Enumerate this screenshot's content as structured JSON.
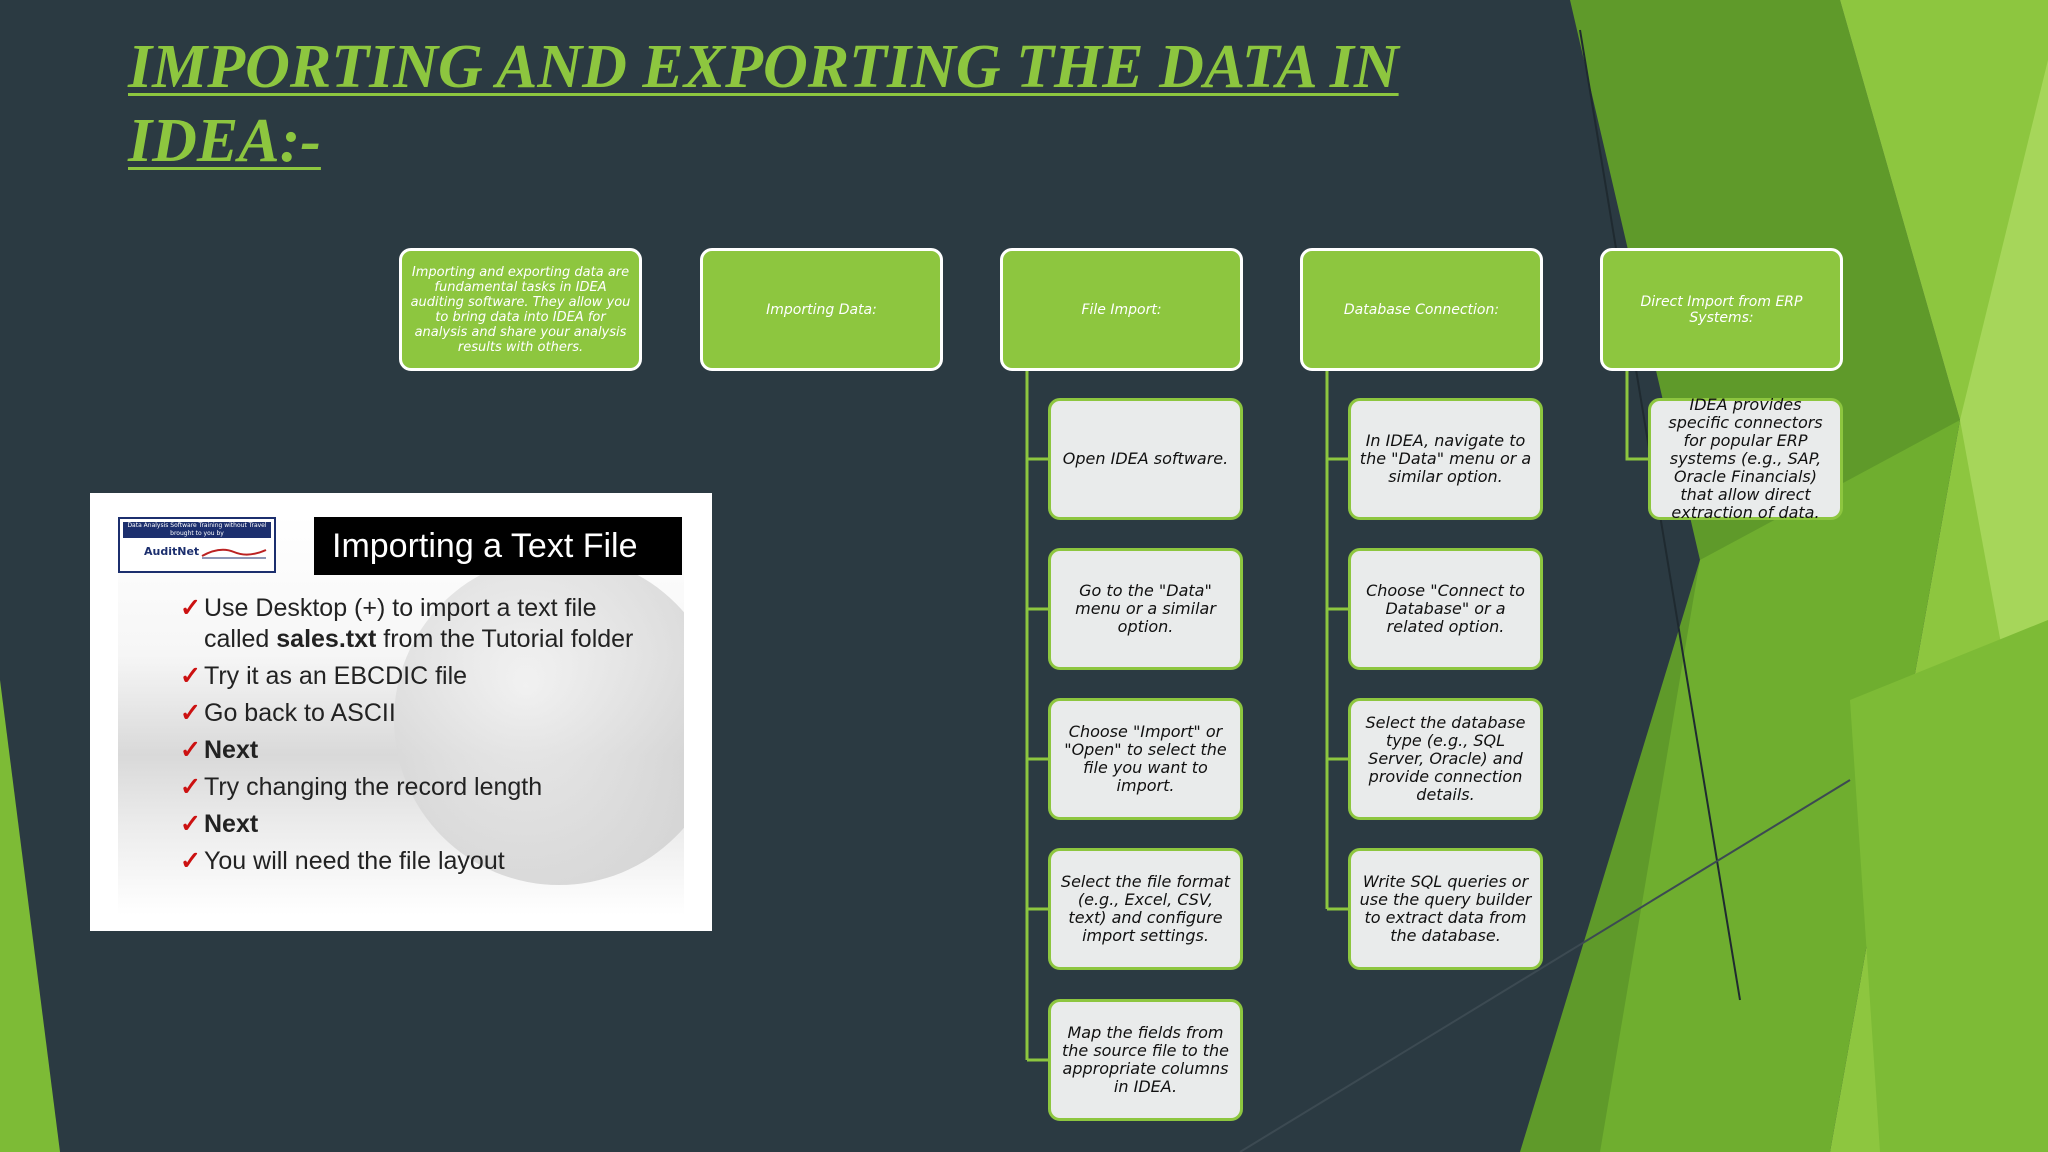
{
  "title": "IMPORTING AND EXPORTING THE DATA IN IDEA:-",
  "colors": {
    "background": "#2b3a42",
    "accent": "#8dc63f",
    "box_fill": "#e9ebeb"
  },
  "intro_box": "Importing and exporting data are fundamental tasks in IDEA auditing software. They allow you to bring data into IDEA for analysis and share your analysis results with others.",
  "importing_box": "Importing Data:",
  "file_import": {
    "header": "File Import:",
    "steps": [
      "Open IDEA software.",
      "Go to the \"Data\" menu or a similar option.",
      "Choose \"Import\" or \"Open\" to select the file you want to import.",
      "Select the file format (e.g., Excel, CSV, text) and configure import settings.",
      "Map the fields from the source file to the appropriate columns in IDEA."
    ]
  },
  "database_connection": {
    "header": "Database Connection:",
    "steps": [
      "In IDEA, navigate to the \"Data\" menu or a similar option.",
      "Choose \"Connect to Database\" or a related option.",
      "Select the database type (e.g., SQL Server, Oracle) and provide connection details.",
      "Write SQL queries or use the query builder to extract data from the database."
    ]
  },
  "erp_import": {
    "header": "Direct Import from ERP Systems:",
    "steps": [
      "IDEA provides specific connectors for popular ERP systems (e.g., SAP, Oracle Financials) that allow direct extraction of data."
    ]
  },
  "screenshot": {
    "logo_banner": "Data Analysis Software Training without Travel brought to you by",
    "logo_name": "AuditNet",
    "title": "Importing a Text File",
    "bullet_mark": "✓",
    "bullets": [
      {
        "before": "Use Desktop (+) to import a text file called ",
        "bold": "sales.txt",
        "after": " from the Tutorial folder"
      },
      {
        "text": "Try it as an EBCDIC file"
      },
      {
        "text": "Go back to ASCII"
      },
      {
        "text": "Next"
      },
      {
        "text": "Try changing the record length"
      },
      {
        "text": "Next"
      },
      {
        "text": "You will need the file layout"
      }
    ]
  }
}
